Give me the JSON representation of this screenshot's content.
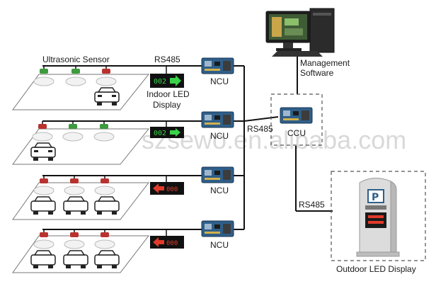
{
  "labels": {
    "ultrasonic_sensor": "Ultrasonic Sensor",
    "rs485_top": "RS485",
    "indoor_led_line1": "Indoor LED",
    "indoor_led_line2": "Display",
    "ncu": "NCU",
    "rs485_mid": "RS485",
    "ccu": "CCU",
    "management_line1": "Management",
    "management_line2": "Software",
    "rs485_outdoor": "RS485",
    "outdoor_led": "Outdoor LED Display"
  },
  "displays": {
    "row1": "002",
    "row2": "002",
    "row3": "000",
    "row4": "000"
  },
  "watermark": "szsewo.en.alibaba.com",
  "colors": {
    "sensor_red": "#b8322f",
    "sensor_green": "#3e9a3e",
    "led_green": "#39d34a",
    "led_red": "#e13a2a",
    "board_blue": "#2f5f8a"
  },
  "icons": {
    "arrow_right": "arrow-right-icon",
    "arrow_left": "arrow-left-icon",
    "car": "car-icon",
    "computer": "computer-icon",
    "parking_sign": "parking-sign-icon"
  }
}
